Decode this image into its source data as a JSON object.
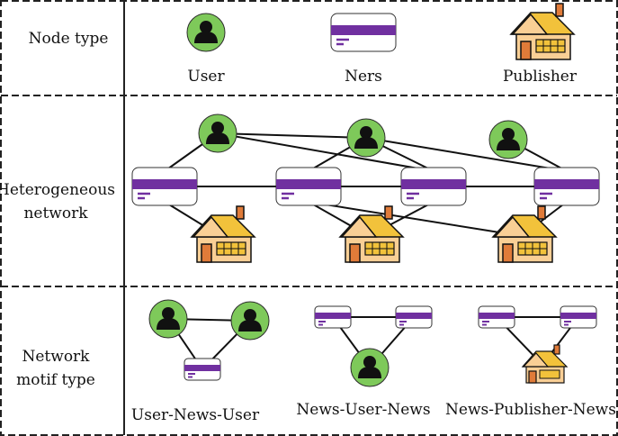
{
  "rows": {
    "node_type": "Node type",
    "heterogeneous": [
      "Heterogeneous",
      "network"
    ],
    "motif": [
      "Network",
      "motif type"
    ]
  },
  "node_types": {
    "user": "User",
    "news": "Ners",
    "publisher": "Publisher"
  },
  "motifs": {
    "m1": "User-News-User",
    "m2": "News-User-News",
    "m3": "News-Publisher-News"
  },
  "colors": {
    "user_fill": "#7ec95a",
    "news_bar": "#7030a0",
    "house_wall": "#f9cf95",
    "house_roof": "#f2c23b",
    "house_door": "#e07b39"
  }
}
